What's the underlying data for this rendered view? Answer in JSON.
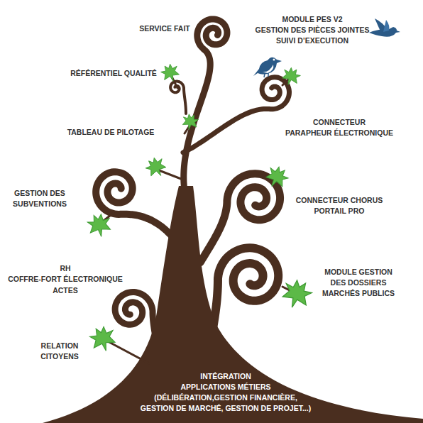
{
  "diagram": {
    "labels": [
      "SERVICE FAIT",
      "MODULE PES V2",
      "GESTION DES PIÈCES JOINTES",
      "SUIVI D’EXECUTION",
      "RÉFÉRENTIEL QUALITÉ",
      "CONNECTEUR PARAPHEUR ÉLECTRONIQUE",
      "TABLEAU DE PILOTAGE",
      "GESTION DES SUBVENTIONS",
      "CONNECTEUR CHORUS PORTAIL PRO",
      "RH",
      "COFFRE-FORT ÉLECTRONIQUE",
      "ACTES",
      "MODULE GESTION DES DOSSIERS MARCHÉS PUBLICS",
      "RELATION CITOYENS",
      "INTÉGRATION",
      "APPLICATIONS MÉTIERS",
      "(DÉLIBÉRATION,GESTION FINANCIÈRE, GESTION DE MARCHÉ, GESTION DE PROJET...)"
    ]
  }
}
